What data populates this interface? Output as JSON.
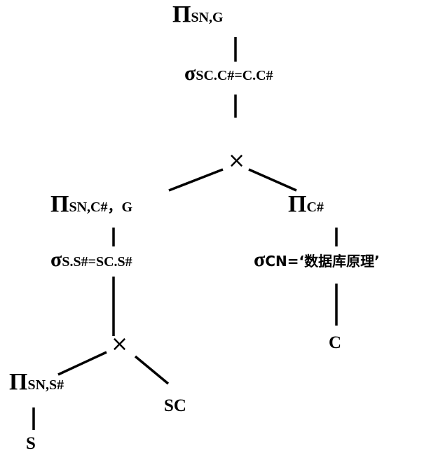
{
  "symbols": {
    "pi": "Π",
    "sigma": "σ",
    "cross": "×"
  },
  "nodes": {
    "proj_top": "SN,G",
    "sel_top": "SC.C#=C.C#",
    "join_top": "×",
    "proj_left": "SN,C#，G",
    "sel_left": "S.S#=SC.S#",
    "join_left": "×",
    "proj_s": "SN,S#",
    "rel_s": "S",
    "rel_sc": "SC",
    "proj_c": "C#",
    "sel_c": "CN=‘数据库原理’",
    "rel_c": "C"
  }
}
